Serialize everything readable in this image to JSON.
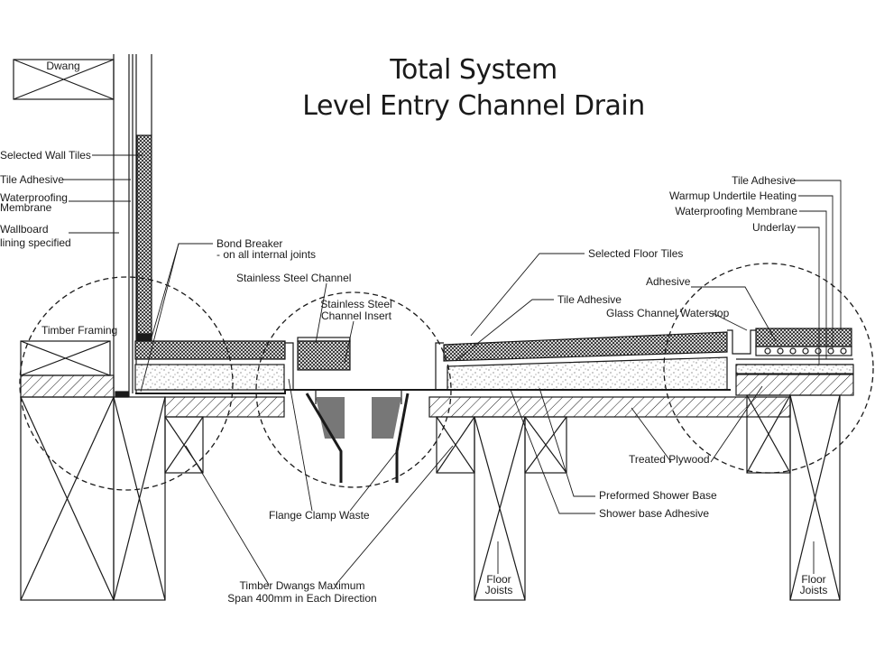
{
  "title": {
    "line1": "Total System",
    "line2": "Level Entry Channel Drain"
  },
  "labels": {
    "dwang": "Dwang",
    "wall_tiles": "Selected Wall Tiles",
    "tile_adhesive_left": "Tile Adhesive",
    "waterproofing_left_1": "Waterproofing",
    "waterproofing_left_2": "Membrane",
    "wallboard_1": "Wallboard",
    "wallboard_2": "lining specified",
    "timber_framing": "Timber Framing",
    "bond_breaker_1": "Bond Breaker",
    "bond_breaker_2": "- on all internal joints",
    "ss_channel": "Stainless Steel Channel",
    "ss_insert_1": "Stainless Steel",
    "ss_insert_2": "Channel Insert",
    "floor_tiles": "Selected Floor Tiles",
    "tile_adhesive_mid": "Tile Adhesive",
    "adhesive": "Adhesive",
    "glass_waterstop": "Glass Channel Waterstop",
    "tile_adhesive_right": "Tile Adhesive",
    "warmup": "Warmup Undertile Heating",
    "waterproofing_right": "Waterproofing Membrane",
    "underlay": "Underlay",
    "treated_plywood": "Treated Plywood",
    "shower_base": "Preformed Shower Base",
    "shower_base_adhesive": "Shower base Adhesive",
    "flange_clamp": "Flange Clamp Waste",
    "dwangs_1": "Timber Dwangs Maximum",
    "dwangs_2": "Span 400mm in Each Direction",
    "floor_joists_l_1": "Floor",
    "floor_joists_l_2": "Joists",
    "floor_joists_r_1": "Floor",
    "floor_joists_r_2": "Joists"
  },
  "colors": {
    "line": "#1a1a1a",
    "drain_grey": "#777777"
  }
}
